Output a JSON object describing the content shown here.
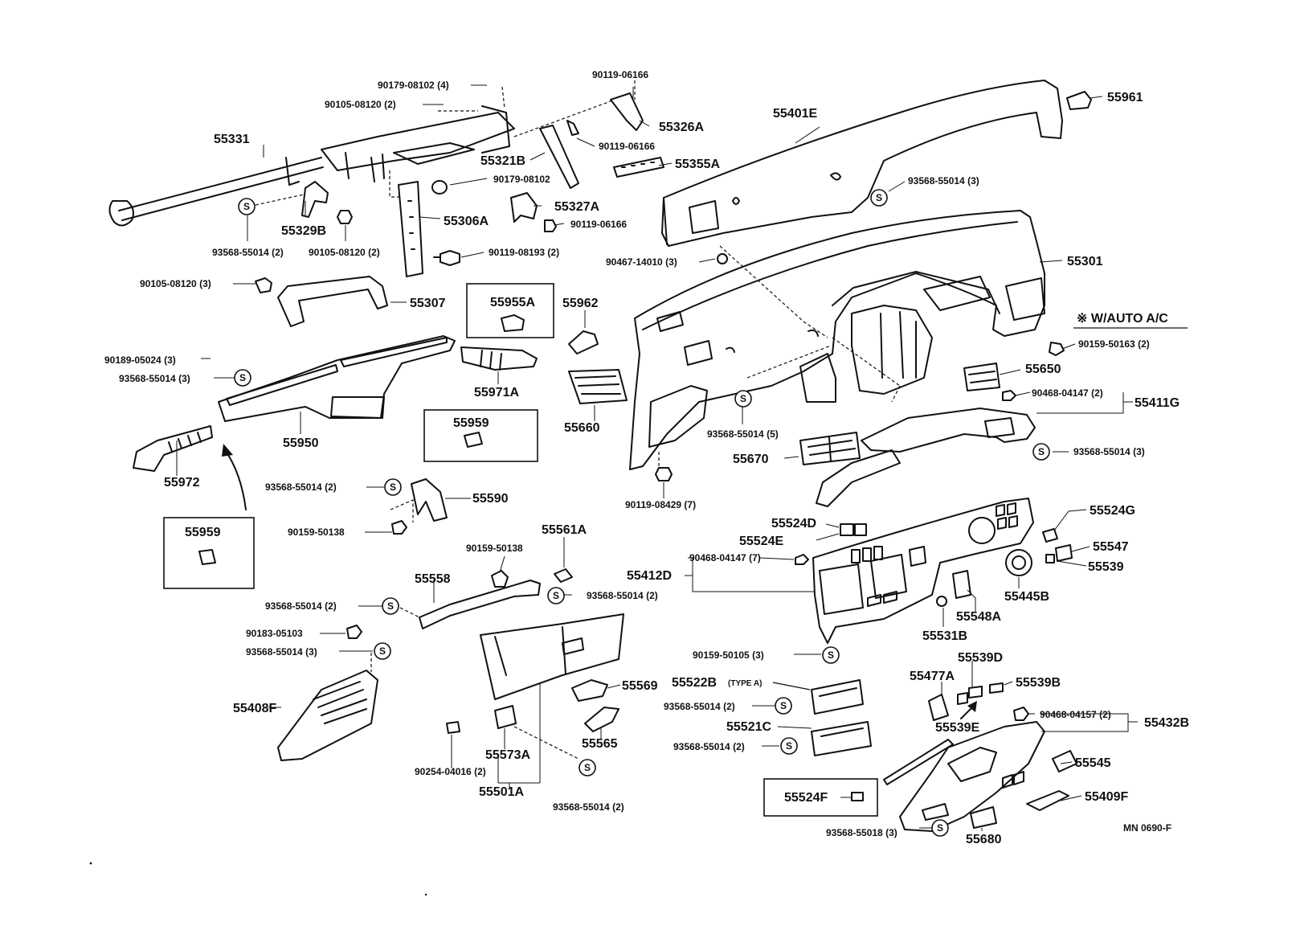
{
  "title": "",
  "labels": {
    "l55331": "55331",
    "l90179_08102_4": "90179-08102 (4)",
    "l90105_08120_2a": "90105-08120 (2)",
    "l90119_06166a": "90119-06166",
    "l55326A": "55326A",
    "l55321B": "55321B",
    "l90119_06166b": "90119-06166",
    "l55401E": "55401E",
    "l55961": "55961",
    "l55355A": "55355A",
    "l93568_55014_3a": "93568-55014 (3)",
    "l90179_08102": "90179-08102",
    "l55306A": "55306A",
    "l55327A": "55327A",
    "l90119_06166c": "90119-06166",
    "l55329B": "55329B",
    "l93568_55014_2a": "93568-55014 (2)",
    "l90105_08120_2b": "90105-08120 (2)",
    "l90119_08193_2": "90119-08193 (2)",
    "l90467_14010_3": "90467-14010 (3)",
    "l55301": "55301",
    "l90105_08120_3": "90105-08120 (3)",
    "l55307": "55307",
    "l55955A": "55955A",
    "l55962": "55962",
    "wauto": "W/AUTO  A/C",
    "l90189_05024_3": "90189-05024 (3)",
    "l93568_55014_3b": "93568-55014 (3)",
    "l55971A": "55971A",
    "l55660": "55660",
    "l90159_50163_2": "90159-50163 (2)",
    "l55650": "55650",
    "l90468_04147_2": "90468-04147 (2)",
    "l55411G": "55411G",
    "l55959a": "55959",
    "l55950": "55950",
    "l93568_55014_5": "93568-55014 (5)",
    "l93568_55014_3c": "93568-55014 (3)",
    "l55972": "55972",
    "l55670": "55670",
    "l93568_55014_2b": "93568-55014 (2)",
    "l55590": "55590",
    "l90119_08429_7": "90119-08429 (7)",
    "l55959b": "55959",
    "l90159_50138a": "90159-50138",
    "l55524D": "55524D",
    "l55524G": "55524G",
    "l55524E": "55524E",
    "l55561A": "55561A",
    "l90159_50138b": "90159-50138",
    "l55547": "55547",
    "l90468_04147_7": "90468-04147 (7)",
    "l55412D": "55412D",
    "l55539a": "55539",
    "l55558": "55558",
    "l93568_55014_2c": "93568-55014 (2)",
    "l55445B": "55445B",
    "l93568_55014_2d": "93568-55014 (2)",
    "l55548A": "55548A",
    "l90183_05103": "90183-05103",
    "l55531B": "55531B",
    "l93568_55014_3d": "93568-55014 (3)",
    "l90159_50105_3": "90159-50105 (3)",
    "l55539D": "55539D",
    "l55522B": "55522B",
    "typeA": "(TYPE A)",
    "l55477A": "55477A",
    "l55539B": "55539B",
    "l55569": "55569",
    "l93568_55014_2e": "93568-55014 (2)",
    "l55408F": "55408F",
    "l90468_04157_2": "90468-04157 (2)",
    "l55432B": "55432B",
    "l55539E": "55539E",
    "l55521C": "55521C",
    "l55565": "55565",
    "l93568_55014_2f": "93568-55014 (2)",
    "l55573A": "55573A",
    "l55545": "55545",
    "l90254_04016_2": "90254-04016 (2)",
    "l55524F": "55524F",
    "l55409F": "55409F",
    "l55501A": "55501A",
    "l93568_55014_2g": "93568-55014 (2)",
    "l93568_55018_3": "93568-55018 (3)",
    "l55680": "55680",
    "code": "MN  0690-F"
  },
  "symbol_letter": "S",
  "asterisk": "※"
}
